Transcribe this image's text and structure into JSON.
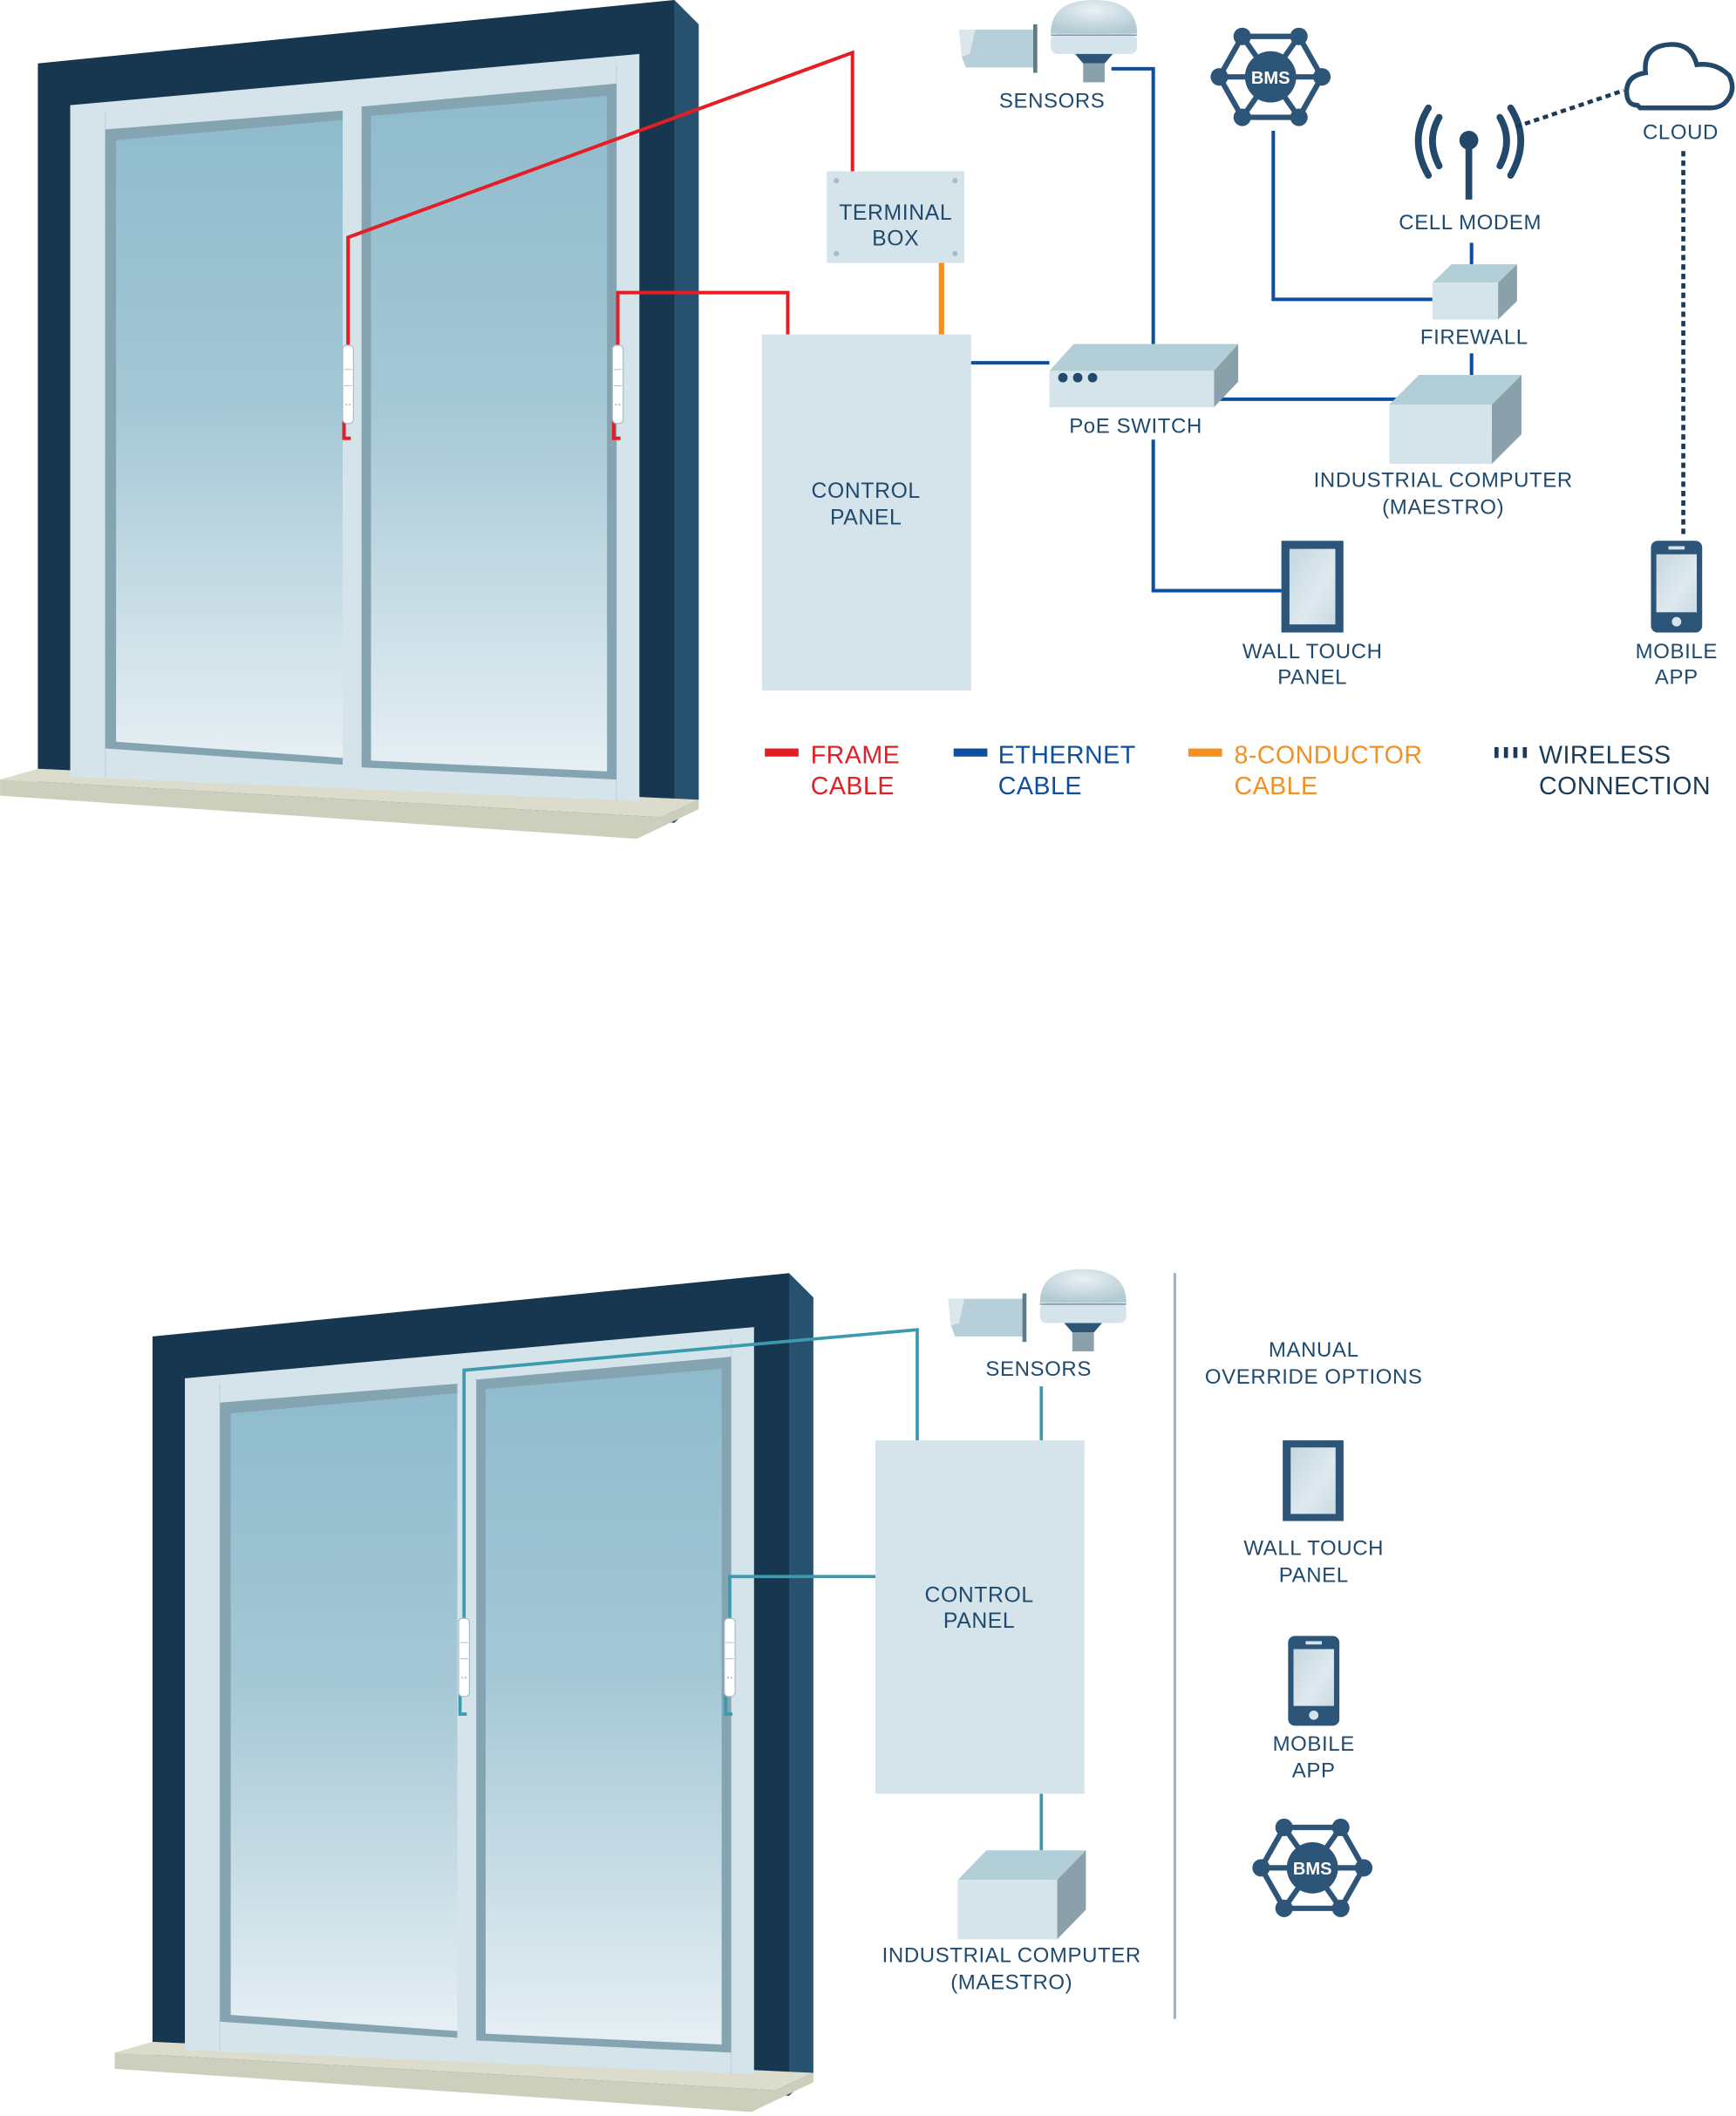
{
  "colors": {
    "frame_cable": "#e31e24",
    "ethernet_cable": "#0d4f9e",
    "conductor_cable": "#f39020",
    "wireless": "#1b3a56",
    "teal_cable": "#3b9aae",
    "label_text": "#1f4a6e",
    "wall_dark": "#17364f",
    "wall_side": "#28506f",
    "sill": "#dcdccd"
  },
  "top_diagram": {
    "labels": {
      "sensors": "SENSORS",
      "terminal_box": [
        "TERMINAL",
        "BOX"
      ],
      "control_panel": [
        "CONTROL",
        "PANEL"
      ],
      "poe_switch": "PoE SWITCH",
      "bms": "BMS",
      "cell_modem": "CELL MODEM",
      "cloud": "CLOUD",
      "firewall": "FIREWALL",
      "industrial_computer": [
        "INDUSTRIAL COMPUTER",
        "(MAESTRO)"
      ],
      "wall_touch_panel": [
        "WALL TOUCH",
        "PANEL"
      ],
      "mobile_app": [
        "MOBILE",
        "APP"
      ]
    },
    "legend": [
      {
        "key": "frame",
        "lines": [
          "FRAME",
          "CABLE"
        ],
        "color": "#e31e24",
        "style": "solid"
      },
      {
        "key": "ethernet",
        "lines": [
          "ETHERNET",
          "CABLE"
        ],
        "color": "#0d4f9e",
        "style": "solid"
      },
      {
        "key": "conductor",
        "lines": [
          "8-CONDUCTOR",
          "CABLE"
        ],
        "color": "#f39020",
        "style": "solid"
      },
      {
        "key": "wireless",
        "lines": [
          "WIRELESS",
          "CONNECTION"
        ],
        "color": "#1b3a56",
        "style": "dotted"
      }
    ]
  },
  "bottom_diagram": {
    "labels": {
      "sensors": "SENSORS",
      "control_panel": [
        "CONTROL",
        "PANEL"
      ],
      "industrial_computer": [
        "INDUSTRIAL COMPUTER",
        "(MAESTRO)"
      ],
      "manual_override": [
        "MANUAL",
        "OVERRIDE OPTIONS"
      ],
      "wall_touch_panel": [
        "WALL TOUCH",
        "PANEL"
      ],
      "mobile_app": [
        "MOBILE",
        "APP"
      ],
      "bms": "BMS"
    }
  }
}
